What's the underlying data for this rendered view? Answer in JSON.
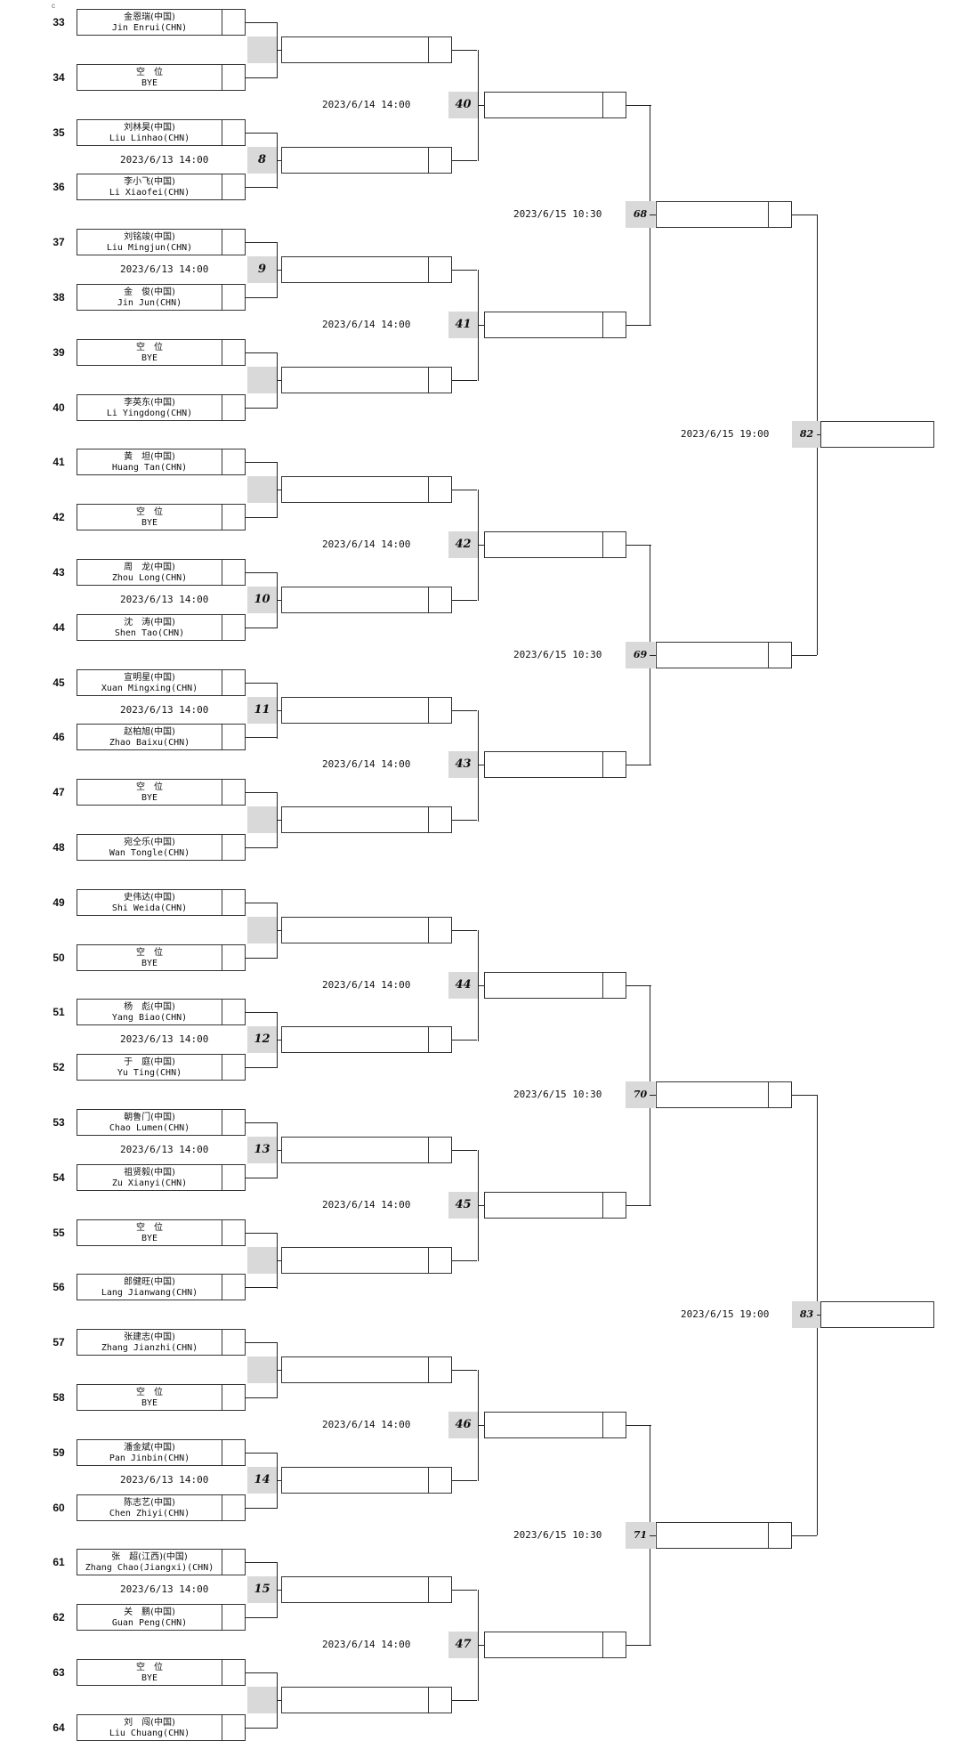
{
  "corner_mark": "c",
  "players": [
    {
      "seed": "33",
      "zh": "金恩瑞(中国)",
      "en": "Jin Enrui(CHN)"
    },
    {
      "seed": "34",
      "zh": "空　位",
      "en": "BYE"
    },
    {
      "seed": "35",
      "zh": "刘林昊(中国)",
      "en": "Liu Linhao(CHN)"
    },
    {
      "seed": "36",
      "zh": "李小飞(中国)",
      "en": "Li Xiaofei(CHN)"
    },
    {
      "seed": "37",
      "zh": "刘铭竣(中国)",
      "en": "Liu Mingjun(CHN)"
    },
    {
      "seed": "38",
      "zh": "金　俊(中国)",
      "en": "Jin Jun(CHN)"
    },
    {
      "seed": "39",
      "zh": "空　位",
      "en": "BYE"
    },
    {
      "seed": "40",
      "zh": "李英东(中国)",
      "en": "Li Yingdong(CHN)"
    },
    {
      "seed": "41",
      "zh": "黄　坦(中国)",
      "en": "Huang Tan(CHN)"
    },
    {
      "seed": "42",
      "zh": "空　位",
      "en": "BYE"
    },
    {
      "seed": "43",
      "zh": "周　龙(中国)",
      "en": "Zhou Long(CHN)"
    },
    {
      "seed": "44",
      "zh": "沈　涛(中国)",
      "en": "Shen Tao(CHN)"
    },
    {
      "seed": "45",
      "zh": "宣明星(中国)",
      "en": "Xuan Mingxing(CHN)"
    },
    {
      "seed": "46",
      "zh": "赵柏旭(中国)",
      "en": "Zhao Baixu(CHN)"
    },
    {
      "seed": "47",
      "zh": "空　位",
      "en": "BYE"
    },
    {
      "seed": "48",
      "zh": "宛仝乐(中国)",
      "en": "Wan Tongle(CHN)"
    },
    {
      "seed": "49",
      "zh": "史伟达(中国)",
      "en": "Shi Weida(CHN)"
    },
    {
      "seed": "50",
      "zh": "空　位",
      "en": "BYE"
    },
    {
      "seed": "51",
      "zh": "杨　彪(中国)",
      "en": "Yang Biao(CHN)"
    },
    {
      "seed": "52",
      "zh": "于　庭(中国)",
      "en": "Yu Ting(CHN)"
    },
    {
      "seed": "53",
      "zh": "朝鲁门(中国)",
      "en": "Chao Lumen(CHN)"
    },
    {
      "seed": "54",
      "zh": "祖贤毅(中国)",
      "en": "Zu Xianyi(CHN)"
    },
    {
      "seed": "55",
      "zh": "空　位",
      "en": "BYE"
    },
    {
      "seed": "56",
      "zh": "郎健旺(中国)",
      "en": "Lang Jianwang(CHN)"
    },
    {
      "seed": "57",
      "zh": "张建志(中国)",
      "en": "Zhang Jianzhi(CHN)"
    },
    {
      "seed": "58",
      "zh": "空　位",
      "en": "BYE"
    },
    {
      "seed": "59",
      "zh": "潘金斌(中国)",
      "en": "Pan Jinbin(CHN)"
    },
    {
      "seed": "60",
      "zh": "陈志艺(中国)",
      "en": "Chen Zhiyi(CHN)"
    },
    {
      "seed": "61",
      "zh": "张　超(江西)(中国)",
      "en": "Zhang Chao(Jiangxi)(CHN)"
    },
    {
      "seed": "62",
      "zh": "关　鹏(中国)",
      "en": "Guan Peng(CHN)"
    },
    {
      "seed": "63",
      "zh": "空　位",
      "en": "BYE"
    },
    {
      "seed": "64",
      "zh": "刘　闯(中国)",
      "en": "Liu Chuang(CHN)"
    }
  ],
  "round1": [
    {
      "num": "",
      "time": ""
    },
    {
      "num": "8",
      "time": "2023/6/13 14:00"
    },
    {
      "num": "9",
      "time": "2023/6/13 14:00"
    },
    {
      "num": "",
      "time": ""
    },
    {
      "num": "",
      "time": ""
    },
    {
      "num": "10",
      "time": "2023/6/13 14:00"
    },
    {
      "num": "11",
      "time": "2023/6/13 14:00"
    },
    {
      "num": "",
      "time": ""
    },
    {
      "num": "",
      "time": ""
    },
    {
      "num": "12",
      "time": "2023/6/13 14:00"
    },
    {
      "num": "13",
      "time": "2023/6/13 14:00"
    },
    {
      "num": "",
      "time": ""
    },
    {
      "num": "",
      "time": ""
    },
    {
      "num": "14",
      "time": "2023/6/13 14:00"
    },
    {
      "num": "15",
      "time": "2023/6/13 14:00"
    },
    {
      "num": "",
      "time": ""
    }
  ],
  "round2": [
    {
      "num": "40",
      "time": "2023/6/14 14:00"
    },
    {
      "num": "41",
      "time": "2023/6/14 14:00"
    },
    {
      "num": "42",
      "time": "2023/6/14 14:00"
    },
    {
      "num": "43",
      "time": "2023/6/14 14:00"
    },
    {
      "num": "44",
      "time": "2023/6/14 14:00"
    },
    {
      "num": "45",
      "time": "2023/6/14 14:00"
    },
    {
      "num": "46",
      "time": "2023/6/14 14:00"
    },
    {
      "num": "47",
      "time": "2023/6/14 14:00"
    }
  ],
  "round3": [
    {
      "num": "68",
      "time": "2023/6/15 10:30"
    },
    {
      "num": "69",
      "time": "2023/6/15 10:30"
    },
    {
      "num": "70",
      "time": "2023/6/15 10:30"
    },
    {
      "num": "71",
      "time": "2023/6/15 10:30"
    }
  ],
  "round4": [
    {
      "num": "82",
      "time": "2023/6/15 19:00"
    },
    {
      "num": "83",
      "time": "2023/6/15 19:00"
    }
  ]
}
